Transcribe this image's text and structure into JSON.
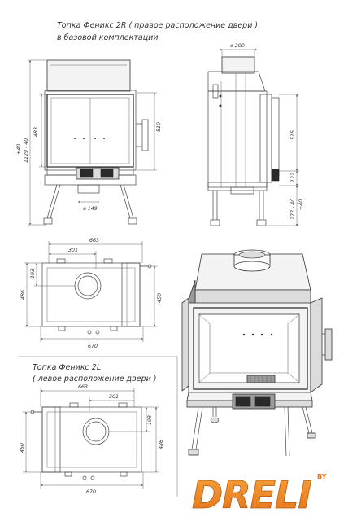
{
  "title": {
    "line1": "Топка Феникс 2R ( правое расположение двери )",
    "line2": "в базовой комплектации"
  },
  "variant": {
    "line1": "Топка Феникс 2L",
    "line2": "( левое расположение двери )"
  },
  "front_view": {
    "outlet_diameter": "⌀ 149",
    "door_height": "510",
    "glass_height": "483",
    "total_height": "1129 - 40",
    "total_height_plus": "+40"
  },
  "side_view": {
    "flue_diameter": "⌀ 200",
    "height_515": "515",
    "height_122": "122",
    "leg_height": "277 - 40",
    "leg_height_plus": "+40"
  },
  "top_view_right": {
    "outer_width": "663",
    "flue_offset": "301",
    "flue_depth": "193",
    "depth_486": "486",
    "depth_450": "450",
    "base_width": "670"
  },
  "top_view_left": {
    "outer_width": "663",
    "flue_offset": "301",
    "flue_depth": "193",
    "depth_486": "486",
    "depth_450": "450",
    "base_width": "670"
  },
  "logo": {
    "text": "DRELI",
    "superscript": "BY",
    "color": "#f28a1a"
  }
}
